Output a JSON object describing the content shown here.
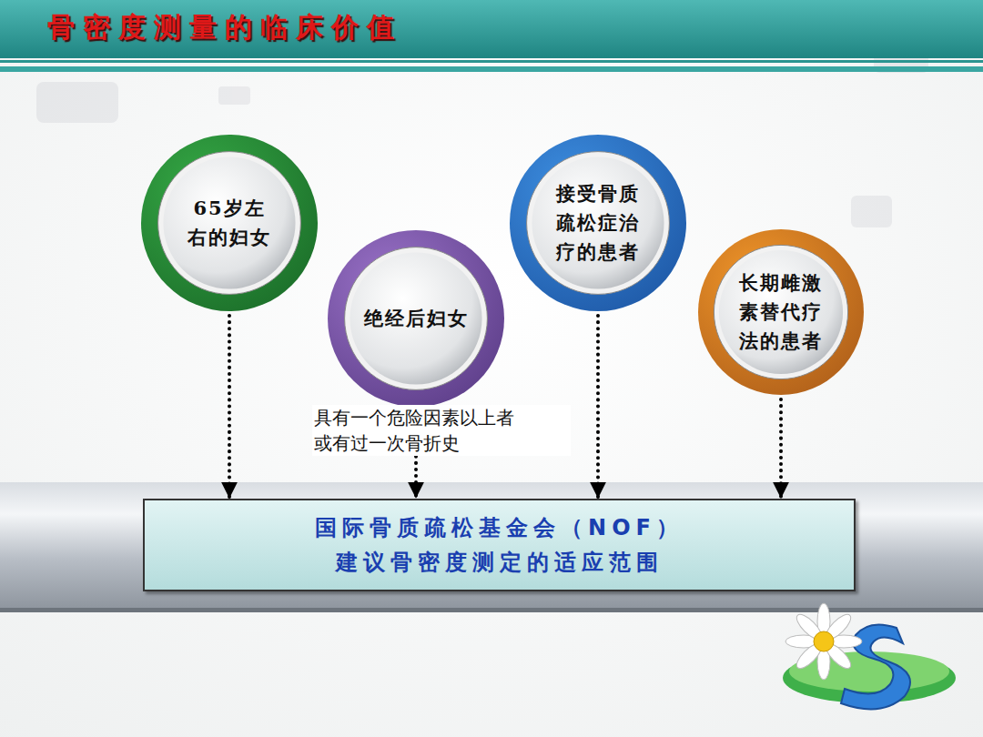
{
  "diagram": {
    "title": "骨密度测量的临床价值",
    "nodes": [
      {
        "text": [
          "65岁左右的妇女"
        ]
      },
      {
        "text": [
          "绝经后妇女"
        ]
      },
      {
        "text": [
          "接受骨质疏松症治疗的患者"
        ]
      },
      {
        "text": [
          "长期雌激素替代疗法的患者"
        ]
      },
      {
        "text": [
          "国际骨质疏松基金会（NOF） 建议骨密度测定的适应范围"
        ]
      }
    ],
    "edges": [
      {
        "from": 0,
        "to": 4,
        "arrow": "to"
      },
      {
        "from": 1,
        "to": 4,
        "arrow": "to"
      },
      {
        "from": 2,
        "to": 4,
        "arrow": "to"
      },
      {
        "from": 3,
        "to": 4,
        "arrow": "to"
      }
    ],
    "labels": [
      "具有一个危险因素以上者 或有过一次骨折史"
    ]
  }
}
